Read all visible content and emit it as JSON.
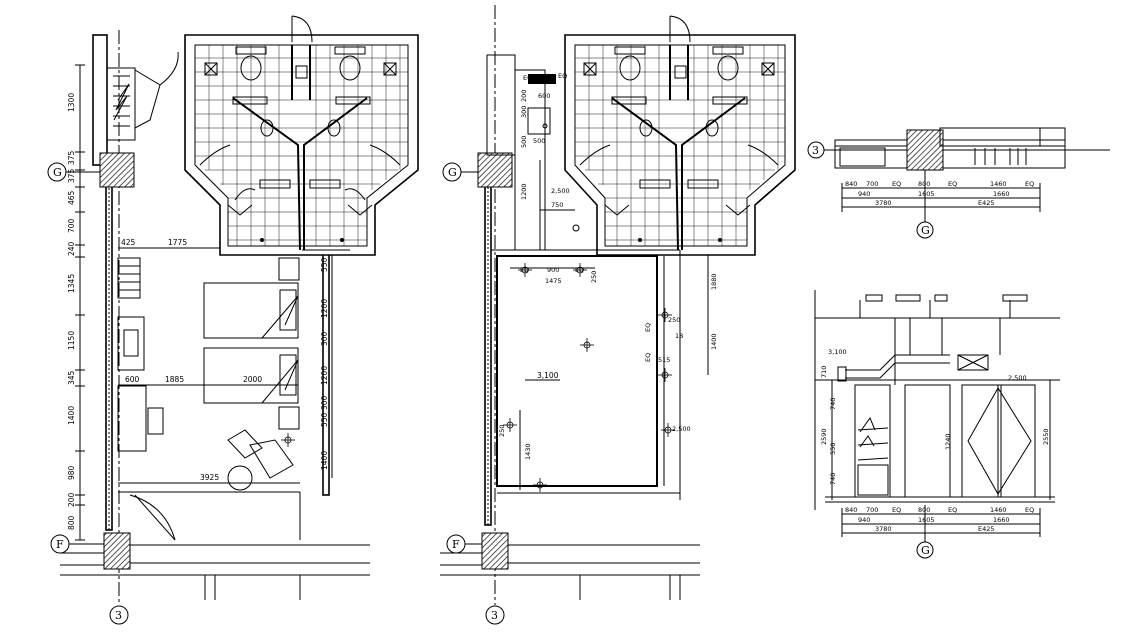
{
  "grid": {
    "g": "G",
    "f": "F",
    "three": "3"
  },
  "plan1": {
    "vdims": [
      "1300",
      "375",
      "375",
      "465",
      "700",
      "240",
      "1345",
      "1150",
      "345",
      "1400",
      "980",
      "200",
      "800"
    ],
    "d425": "425",
    "d1775": "1775",
    "d550a": "550",
    "d1200a": "1200",
    "d300a": "300",
    "d1200b": "1200",
    "d300b": "300",
    "d550b": "550",
    "d1400": "1400",
    "d600": "600",
    "d1885": "1885",
    "d2000": "2000",
    "d3925": "3925"
  },
  "plan2": {
    "eq": "EQ",
    "d600": "600",
    "v200": "200",
    "v300": "300",
    "v500": "500",
    "v1200": "1200",
    "d500": "500",
    "d2500": "2,500",
    "d750": "750",
    "d900": "900",
    "d1475": "1475",
    "d250a": "250",
    "d1880": "1880",
    "d250b": "250",
    "d18": "18",
    "d515": "515",
    "d1400": "1400",
    "d3100": "3,100",
    "d250c": "250",
    "d1430": "1430",
    "d2500b": "2,500"
  },
  "sect": {
    "row1": [
      "840",
      "700",
      "EQ",
      "800",
      "EQ",
      "1460",
      "EQ"
    ],
    "row2": [
      "940",
      "1605",
      "1660"
    ],
    "row3": [
      "3780",
      "E425"
    ],
    "v710": "710",
    "v1240": "1240",
    "v2550": "2550",
    "v550": "550",
    "v740": "740",
    "v2590": "2590",
    "d3100": "3,100",
    "d2500": "2,500"
  }
}
